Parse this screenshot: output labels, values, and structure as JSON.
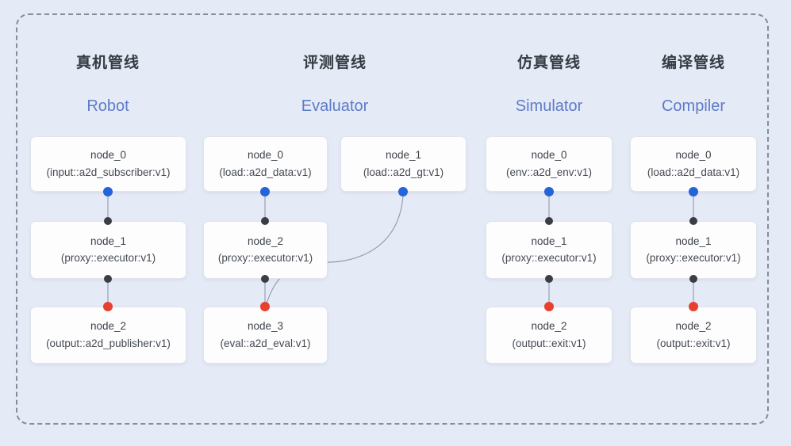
{
  "diagram": {
    "pipelines": [
      {
        "title_cn": "真机管线",
        "title_en": "Robot",
        "nodes": [
          {
            "name": "node_0",
            "type": "(input::a2d_subscriber:v1)"
          },
          {
            "name": "node_1",
            "type": "(proxy::executor:v1)"
          },
          {
            "name": "node_2",
            "type": "(output::a2d_publisher:v1)"
          }
        ]
      },
      {
        "title_cn": "评测管线",
        "title_en": "Evaluator",
        "nodes": [
          {
            "name": "node_0",
            "type": "(load::a2d_data:v1)"
          },
          {
            "name": "node_1",
            "type": "(load::a2d_gt:v1)"
          },
          {
            "name": "node_2",
            "type": "(proxy::executor:v1)"
          },
          {
            "name": "node_3",
            "type": "(eval::a2d_eval:v1)"
          }
        ]
      },
      {
        "title_cn": "仿真管线",
        "title_en": "Simulator",
        "nodes": [
          {
            "name": "node_0",
            "type": "(env::a2d_env:v1)"
          },
          {
            "name": "node_1",
            "type": "(proxy::executor:v1)"
          },
          {
            "name": "node_2",
            "type": "(output::exit:v1)"
          }
        ]
      },
      {
        "title_cn": "编译管线",
        "title_en": "Compiler",
        "nodes": [
          {
            "name": "node_0",
            "type": "(load::a2d_data:v1)"
          },
          {
            "name": "node_1",
            "type": "(proxy::executor:v1)"
          },
          {
            "name": "node_2",
            "type": "(output::exit:v1)"
          }
        ]
      }
    ],
    "ports": {
      "output_port_icon": "blue-circle-icon",
      "output_port_color": "#2563d8",
      "internal_port_icon": "dark-circle-icon",
      "internal_port_color": "#3a3e44",
      "input_port_icon": "red-circle-icon",
      "input_port_color": "#e8402f"
    },
    "colors": {
      "background": "#e5eaf7",
      "frame_border": "#868c98",
      "card_background": "#fdfdfe",
      "edge": "#97a0af",
      "title_cn": "#363b42",
      "title_en": "#5d7bc8"
    }
  }
}
